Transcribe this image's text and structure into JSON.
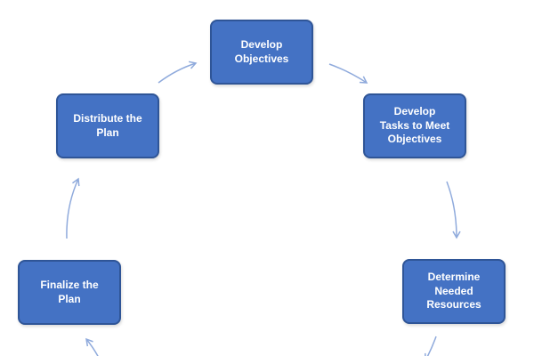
{
  "diagram": {
    "nodes": [
      {
        "id": "develop-objectives",
        "label": "Develop\nObjectives"
      },
      {
        "id": "develop-tasks",
        "label": "Develop\nTasks to Meet\nObjectives"
      },
      {
        "id": "determine-resources",
        "label": "Determine\nNeeded\nResources"
      },
      {
        "id": "finalize",
        "label": "Finalize the\nPlan"
      },
      {
        "id": "distribute",
        "label": "Distribute the\nPlan"
      }
    ],
    "colors": {
      "node_fill": "#4472C4",
      "node_border": "#2F5597",
      "node_text": "#FFFFFF",
      "arrow": "#8FAADC"
    }
  }
}
